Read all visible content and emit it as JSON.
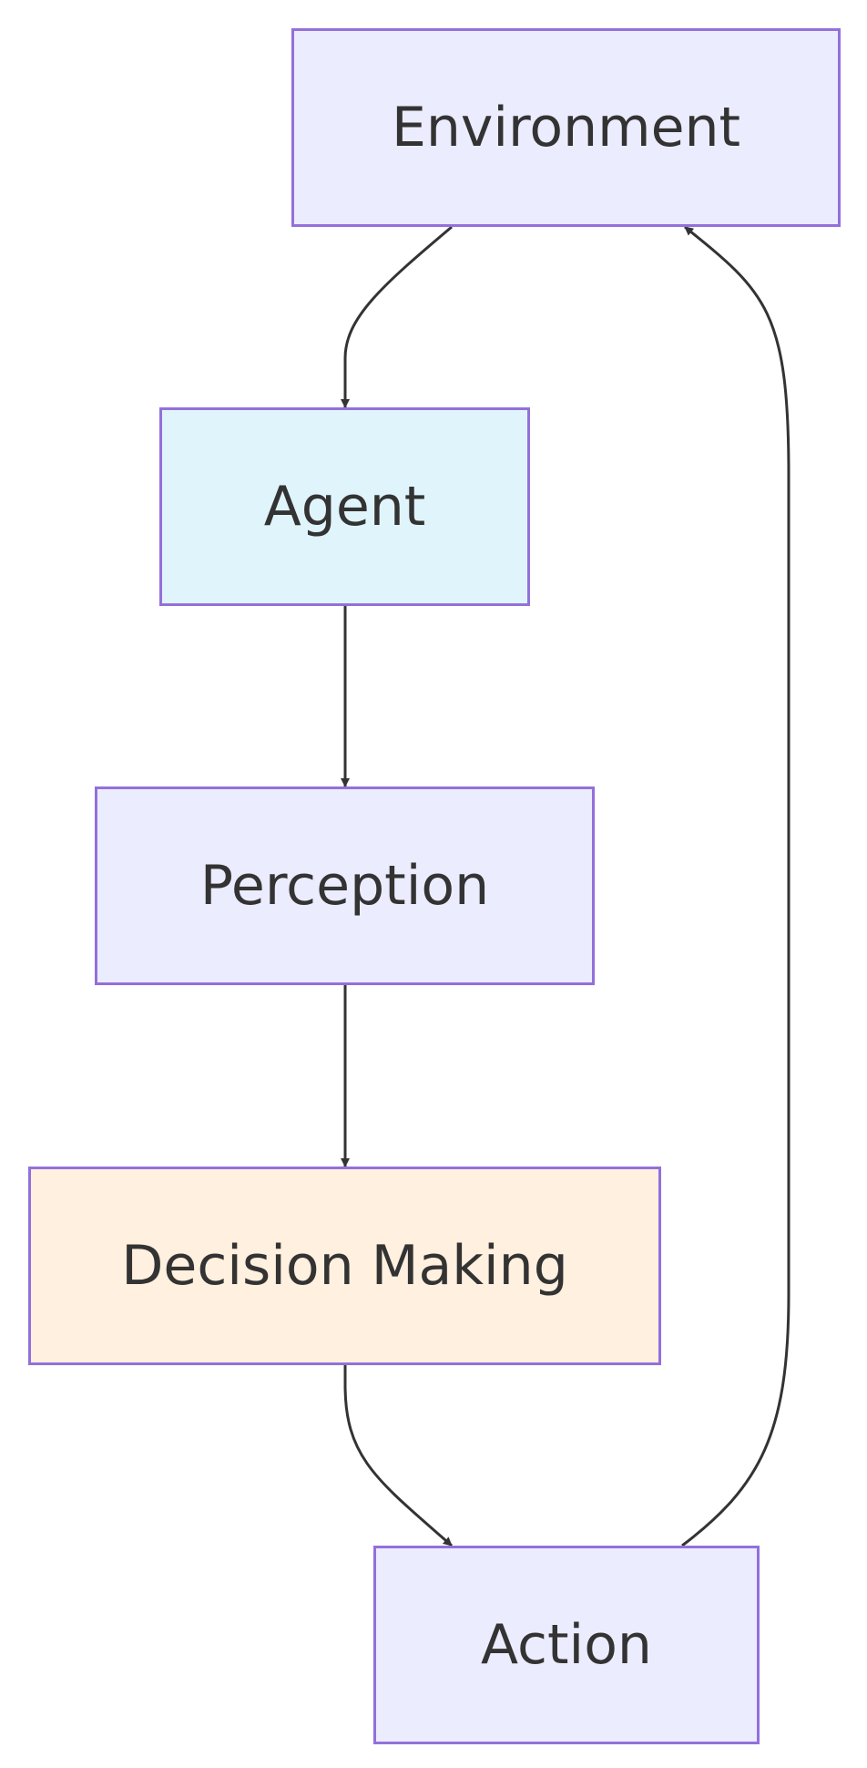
{
  "diagram": {
    "nodes": {
      "environment": "Environment",
      "agent": "Agent",
      "perception": "Perception",
      "decision_making": "Decision Making",
      "action": "Action"
    },
    "edges": [
      {
        "from": "environment",
        "to": "agent"
      },
      {
        "from": "agent",
        "to": "perception"
      },
      {
        "from": "perception",
        "to": "decision_making"
      },
      {
        "from": "decision_making",
        "to": "action"
      },
      {
        "from": "action",
        "to": "environment"
      }
    ],
    "colors": {
      "border": "#9370db",
      "default_fill": "#ececff",
      "agent_fill": "#e0f4fb",
      "decision_fill": "#fff0df",
      "edge": "#333333",
      "text": "#333333"
    }
  }
}
